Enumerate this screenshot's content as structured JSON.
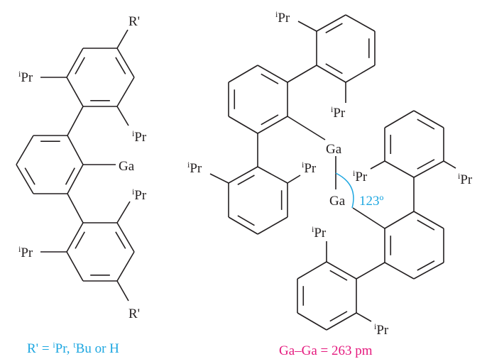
{
  "colors": {
    "bond": "#231f20",
    "angle": "#1ea7e1",
    "caption_left": "#1ea7e1",
    "caption_right": "#e5197e"
  },
  "left_structure": {
    "r_top": "R'",
    "r_bottom": "R'",
    "ga": "Ga",
    "ipr_sup": "i",
    "ipr": "Pr"
  },
  "right_structure": {
    "ga_top": "Ga",
    "ga_bottom": "Ga",
    "angle_label": "123º",
    "ipr_sup": "i",
    "ipr": "Pr"
  },
  "captions": {
    "left": {
      "part1": "R' = ",
      "sup1": "i",
      "part2": "Pr, ",
      "sup2": "t",
      "part3": "Bu or H"
    },
    "right": "Ga–Ga = 263 pm"
  }
}
